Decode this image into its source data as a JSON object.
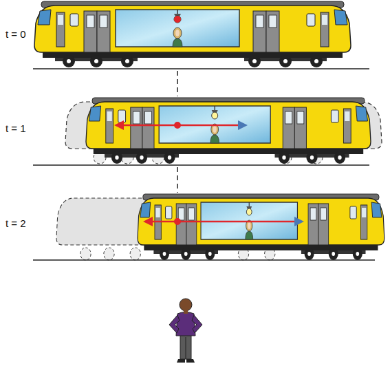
{
  "diagram": {
    "labels": [
      "t = 0",
      "t = 1",
      "t = 2"
    ]
  }
}
